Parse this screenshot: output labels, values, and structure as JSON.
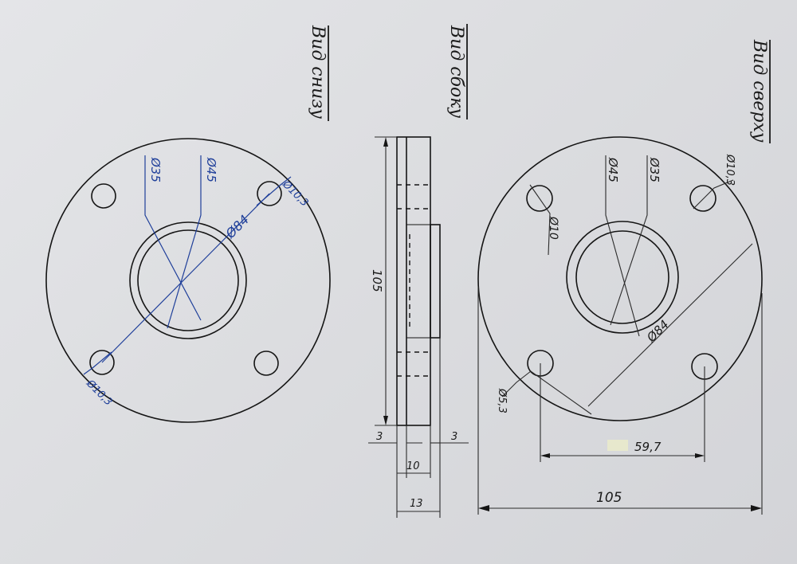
{
  "views": {
    "bottom": {
      "title": "Вид снизу"
    },
    "side": {
      "title": "Вид сбоку"
    },
    "top": {
      "title": "Вид сверху"
    }
  },
  "dimensions": {
    "bottom_d35": "Ø35",
    "bottom_d45": "Ø45",
    "bottom_r84": "Ø84",
    "bottom_hole_a": "Ø10,3",
    "bottom_hole_b": "Ø10,3",
    "side_height": "105",
    "side_left_3": "3",
    "side_right_3": "3",
    "side_10": "10",
    "side_13": "13",
    "top_d45": "Ø45",
    "top_d35": "Ø35",
    "top_d10": "Ø10",
    "top_hole": "Ø10,3",
    "top_r84": "Ø84",
    "top_hole_b": "Ø5,3",
    "top_59": "59,7",
    "top_105": "105"
  },
  "colors": {
    "ink": "#151515",
    "dimension": "#1f3f9a",
    "paper": "#e1e2e5"
  }
}
